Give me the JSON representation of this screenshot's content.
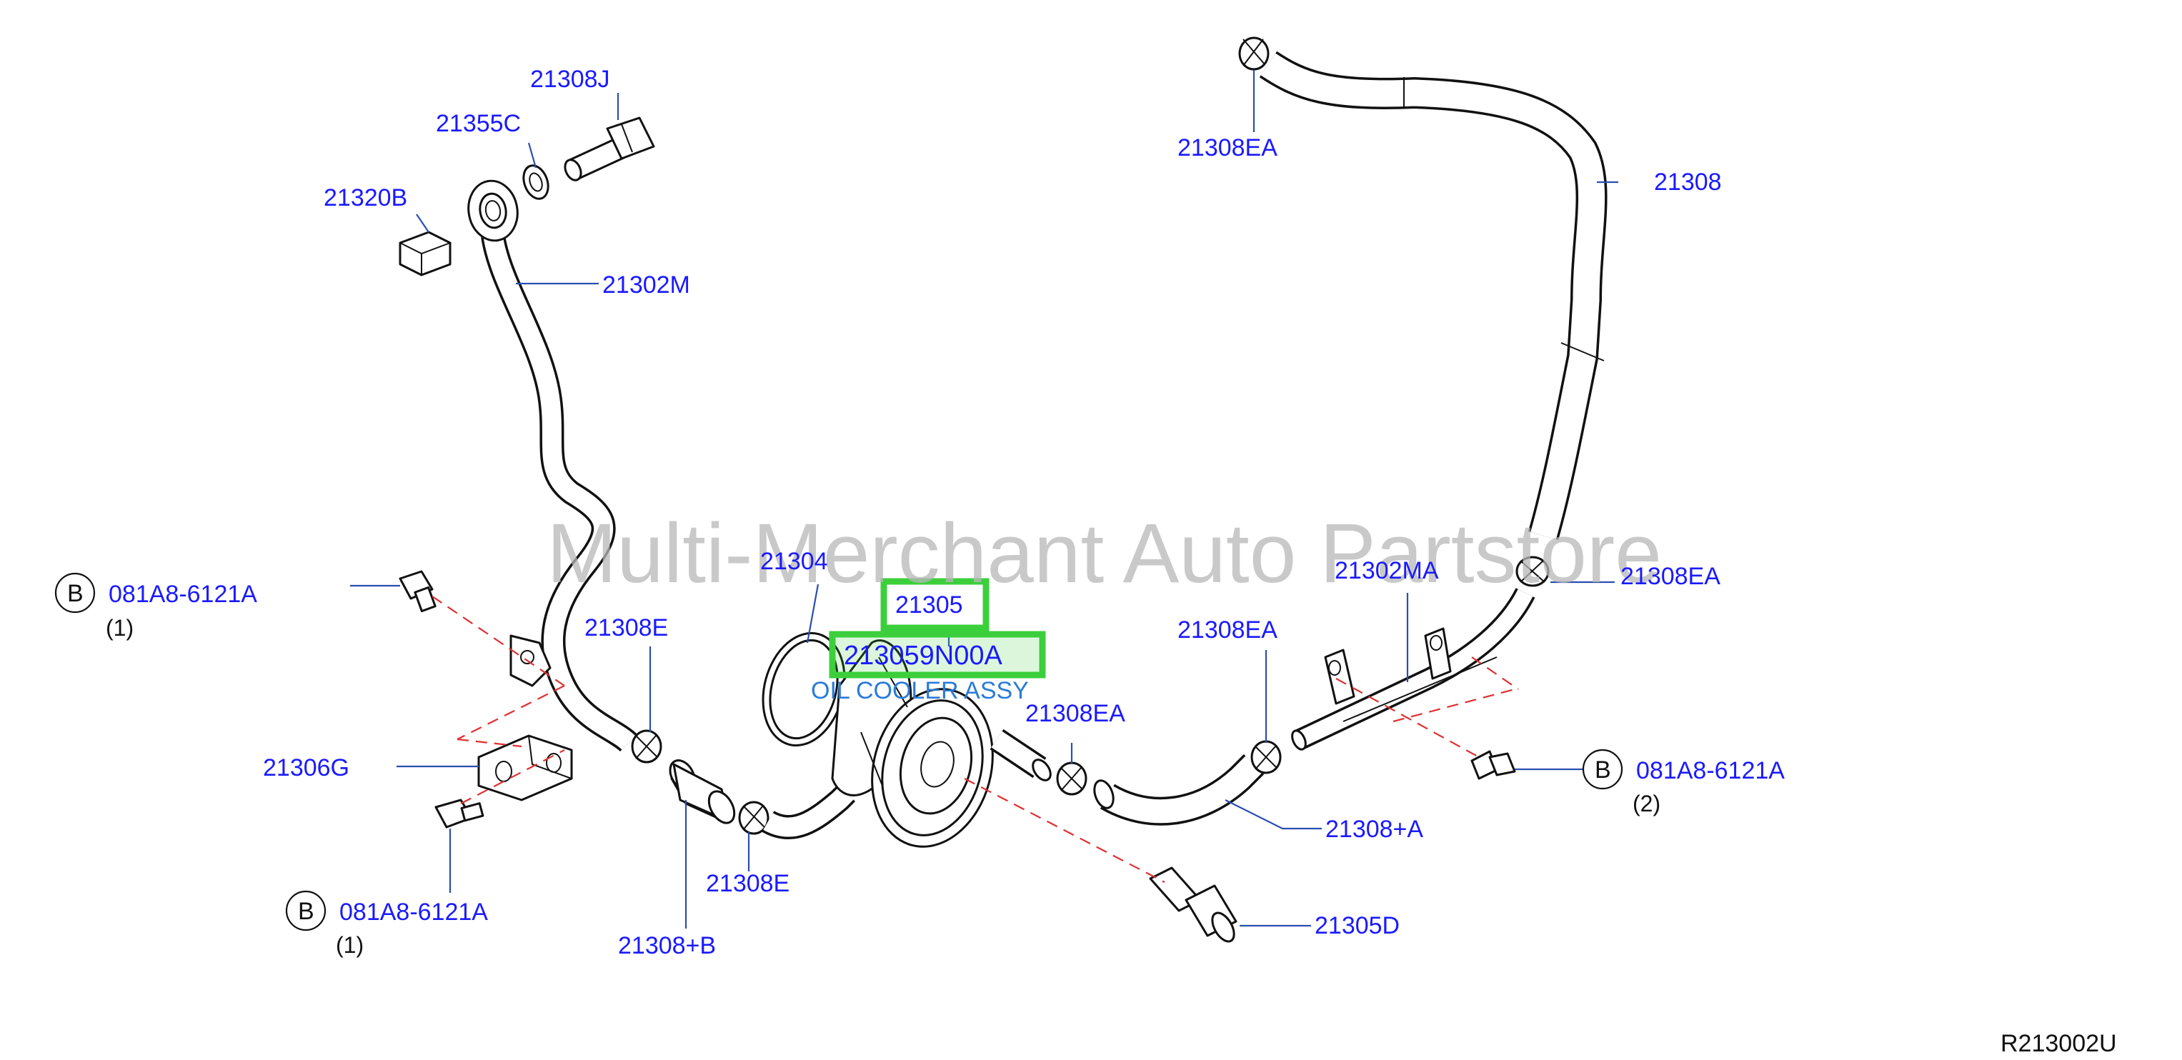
{
  "watermark": "Multi-Merchant Auto Partstore",
  "diagram_code": "R213002U",
  "callouts": {
    "p21308J": "21308J",
    "p21355C": "21355C",
    "p21320B": "21320B",
    "p21302M": "21302M",
    "p21308EA_top": "21308EA",
    "p21308": "21308",
    "p21308EA_right": "21308EA",
    "p21302MA": "21302MA",
    "p21304": "21304",
    "p21305": "21305",
    "part_number_highlight": "213059N00A",
    "part_description": "OIL COOLER ASSY",
    "p21308E_left": "21308E",
    "p21308EA_mid": "21308EA",
    "p21308EA_hose": "21308EA",
    "p21306G": "21306G",
    "p21308E_bottom": "21308E",
    "p21308plusB": "21308+B",
    "p21308plusA": "21308+A",
    "p21305D": "21305D"
  },
  "bolt_refs": {
    "left_upper": {
      "marker": "B",
      "part": "081A8-6121A",
      "qty": "(1)"
    },
    "left_lower": {
      "marker": "B",
      "part": "081A8-6121A",
      "qty": "(1)"
    },
    "right": {
      "marker": "B",
      "part": "081A8-6121A",
      "qty": "(2)"
    }
  },
  "colors": {
    "label_blue": "#1a1aff",
    "highlight_green": "#3ccf3c",
    "dashed_red": "#e03030",
    "description_blue": "#2a7bd8"
  }
}
